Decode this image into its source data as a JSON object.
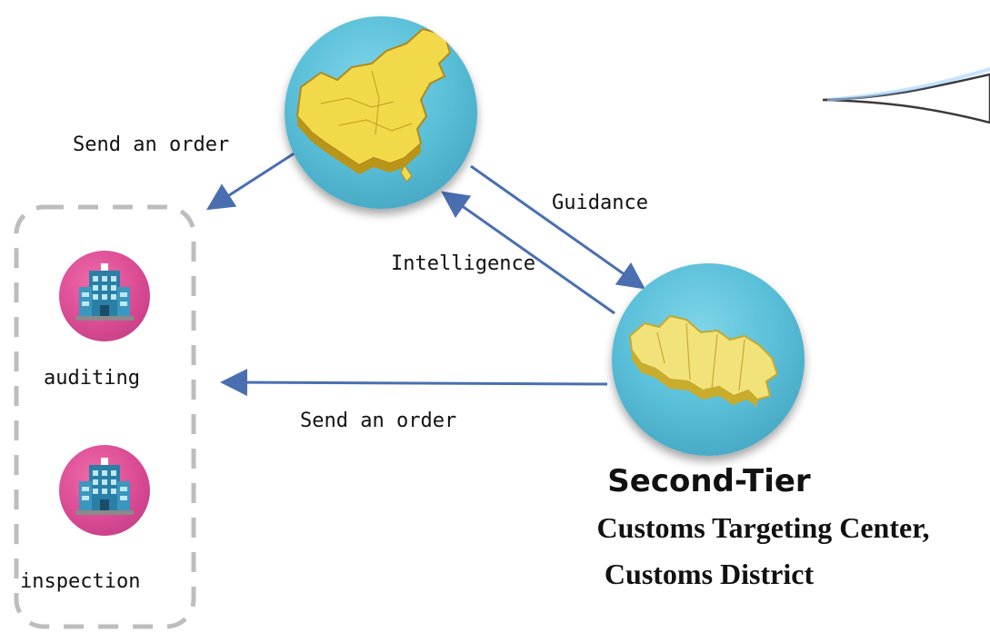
{
  "labels": {
    "send_order_top": "Send an order",
    "guidance": "Guidance",
    "intelligence": "Intelligence",
    "send_order_bottom": "Send an order",
    "auditing": "auditing",
    "inspection": "inspection"
  },
  "second_tier": {
    "heading": "Second-Tier",
    "line1": "Customs Targeting Center,",
    "line2": "Customs District"
  },
  "colors": {
    "arrow": "#4a6fb0",
    "circle": "#5bc0d9",
    "map_fill": "#f2d94a",
    "node_icon_bg": "#d94a93",
    "dashed_box": "#bdbdbd"
  },
  "icons": {
    "national_map": "china-map-icon",
    "regional_map": "shenzhen-map-icon",
    "facility": "building-icon"
  }
}
